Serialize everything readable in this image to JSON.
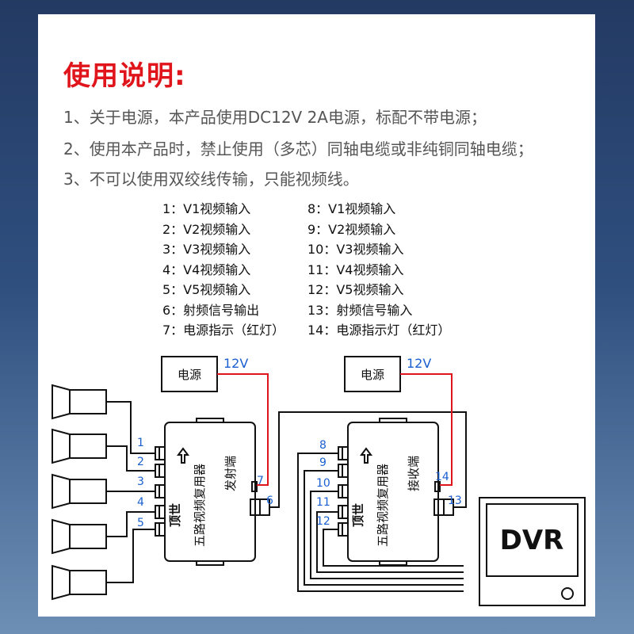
{
  "title": "使用说明:",
  "notes": [
    "1、关于电源，本产品使用DC12V 2A电源，标配不带电源；",
    "2、使用本产品时，禁止使用（多芯）同轴电缆或非纯铜同轴电缆；",
    "3、不可以使用双绞线传输，只能视频线。"
  ],
  "legend_left": [
    "1：V1视频输入",
    "2：V2视频输入",
    "3：V3视频输入",
    "4：V4视频输入",
    "5：V5视频输入",
    "6：射频信号输出",
    "7：电源指示（红灯）"
  ],
  "legend_right": [
    "8：V1视频输入",
    "9：V2视频输入",
    "10：V3视频输入",
    "11：V4视频输入",
    "12：V5视频输入",
    "13：射频信号输入",
    "14：电源指示灯（红灯）"
  ],
  "diagram": {
    "power_label": "电源",
    "voltage_label": "12V",
    "brand": "顶世",
    "device_name": "五路视频复用器",
    "tx_label": "发射端",
    "rx_label": "接收端",
    "dvr_label": "DVR",
    "port_numbers_tx": [
      "1",
      "2",
      "3",
      "4",
      "5",
      "6",
      "7"
    ],
    "port_numbers_rx": [
      "8",
      "9",
      "10",
      "11",
      "12",
      "13",
      "14"
    ],
    "colors": {
      "power_wire": "#e0141b",
      "port_number": "#1a5fd0",
      "title": "#e0141b"
    }
  }
}
